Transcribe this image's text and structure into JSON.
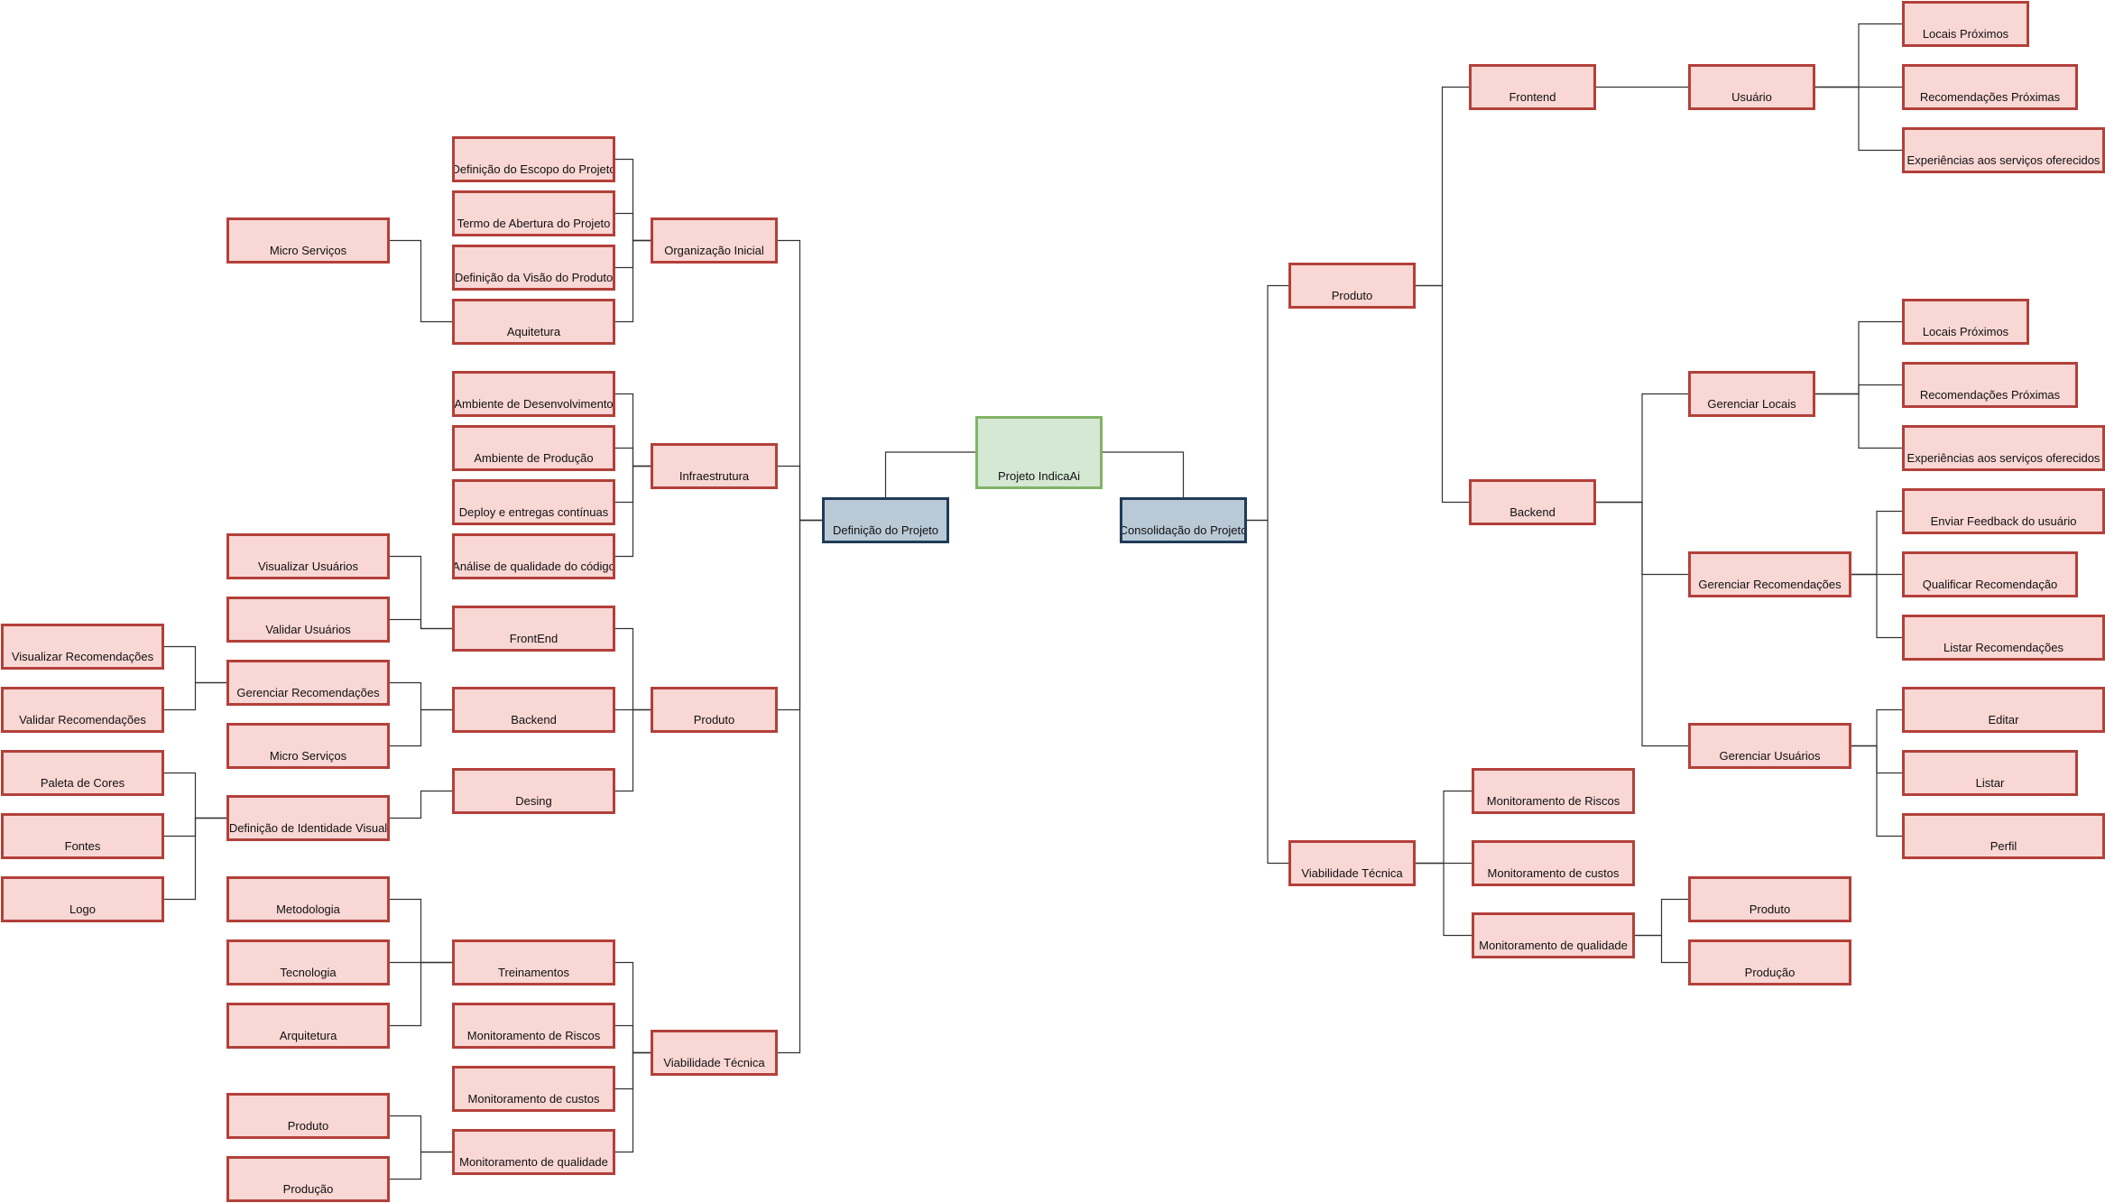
{
  "nodes": [
    {
      "id": "root",
      "label": "Projeto IndicaAi",
      "kind": "root"
    },
    {
      "id": "def",
      "label": "Definição do Projeto",
      "kind": "branch"
    },
    {
      "id": "cons",
      "label": "Consolidação do Projeto",
      "kind": "branch"
    },
    {
      "id": "L_org",
      "label": "Organização Inicial"
    },
    {
      "id": "L_infra",
      "label": "Infraestrutura"
    },
    {
      "id": "L_prod",
      "label": "Produto"
    },
    {
      "id": "L_viab",
      "label": "Viabilidade Técnica"
    },
    {
      "id": "L_escopo",
      "label": "Definição do Escopo do Projeto"
    },
    {
      "id": "L_termo",
      "label": "Termo de Abertura do Projeto"
    },
    {
      "id": "L_visao",
      "label": "Definição da Visão do Produto"
    },
    {
      "id": "L_arq",
      "label": "Aquitetura"
    },
    {
      "id": "L_micro1",
      "label": "Micro Serviços"
    },
    {
      "id": "L_amb_dev",
      "label": "Ambiente de Desenvolvimento"
    },
    {
      "id": "L_amb_prod",
      "label": "Ambiente de Produção"
    },
    {
      "id": "L_deploy",
      "label": "Deploy e entregas contínuas"
    },
    {
      "id": "L_analise",
      "label": "Análise de qualidade do código"
    },
    {
      "id": "L_frontend",
      "label": "FrontEnd"
    },
    {
      "id": "L_backend",
      "label": "Backend"
    },
    {
      "id": "L_desing",
      "label": "Desing"
    },
    {
      "id": "L_vis_usu",
      "label": "Visualizar Usuários"
    },
    {
      "id": "L_val_usu",
      "label": "Validar Usuários"
    },
    {
      "id": "L_ger_rec",
      "label": "Gerenciar Recomendações"
    },
    {
      "id": "L_micro2",
      "label": "Micro Serviços"
    },
    {
      "id": "L_vis_rec",
      "label": "Visualizar Recomendações"
    },
    {
      "id": "L_val_rec",
      "label": "Validar Recomendações"
    },
    {
      "id": "L_ident",
      "label": "Definição de Identidade Visual"
    },
    {
      "id": "L_paleta",
      "label": "Paleta de Cores"
    },
    {
      "id": "L_fontes",
      "label": "Fontes"
    },
    {
      "id": "L_logo",
      "label": "Logo"
    },
    {
      "id": "L_trein",
      "label": "Treinamentos"
    },
    {
      "id": "L_mon_risc",
      "label": "Monitoramento de Riscos"
    },
    {
      "id": "L_mon_cust",
      "label": "Monitoramento de custos"
    },
    {
      "id": "L_mon_qual",
      "label": "Monitoramento de qualidade"
    },
    {
      "id": "L_metod",
      "label": "Metodologia"
    },
    {
      "id": "L_tecno",
      "label": "Tecnologia"
    },
    {
      "id": "L_arquit",
      "label": "Arquitetura"
    },
    {
      "id": "L_q_prod",
      "label": "Produto"
    },
    {
      "id": "L_q_producao",
      "label": "Produção"
    },
    {
      "id": "R_prod",
      "label": "Produto"
    },
    {
      "id": "R_viab",
      "label": "Viabilidade Técnica"
    },
    {
      "id": "R_front",
      "label": "Frontend"
    },
    {
      "id": "R_back",
      "label": "Backend"
    },
    {
      "id": "R_usuario",
      "label": "Usuário"
    },
    {
      "id": "R_u_locais",
      "label": "Locais Próximos"
    },
    {
      "id": "R_u_rec",
      "label": "Recomendações Próximas"
    },
    {
      "id": "R_u_exp",
      "label": "Experiências aos serviços oferecidos"
    },
    {
      "id": "R_ger_locais",
      "label": "Gerenciar Locais"
    },
    {
      "id": "R_gl_locais",
      "label": "Locais Próximos"
    },
    {
      "id": "R_gl_rec",
      "label": "Recomendações Próximas"
    },
    {
      "id": "R_gl_exp",
      "label": "Experiências aos serviços oferecidos"
    },
    {
      "id": "R_ger_rec",
      "label": "Gerenciar Recomendações"
    },
    {
      "id": "R_gr_feed",
      "label": "Enviar Feedback do usuário"
    },
    {
      "id": "R_gr_qual",
      "label": "Qualificar Recomendação"
    },
    {
      "id": "R_gr_list",
      "label": "Listar Recomendações"
    },
    {
      "id": "R_ger_usu",
      "label": "Gerenciar Usuários"
    },
    {
      "id": "R_gu_edit",
      "label": "Editar"
    },
    {
      "id": "R_gu_list",
      "label": "Listar"
    },
    {
      "id": "R_gu_perf",
      "label": "Perfil"
    },
    {
      "id": "R_mon_risc",
      "label": "Monitoramento de Riscos"
    },
    {
      "id": "R_mon_cust",
      "label": "Monitoramento de custos"
    },
    {
      "id": "R_mon_qual",
      "label": "Monitoramento de qualidade"
    },
    {
      "id": "R_q_prod",
      "label": "Produto"
    },
    {
      "id": "R_q_producao",
      "label": "Produção"
    }
  ],
  "edges": [
    [
      "root",
      "def"
    ],
    [
      "root",
      "cons"
    ],
    [
      "def",
      "L_org"
    ],
    [
      "def",
      "L_infra"
    ],
    [
      "def",
      "L_prod"
    ],
    [
      "def",
      "L_viab"
    ],
    [
      "L_org",
      "L_escopo"
    ],
    [
      "L_org",
      "L_termo"
    ],
    [
      "L_org",
      "L_visao"
    ],
    [
      "L_org",
      "L_arq"
    ],
    [
      "L_arq",
      "L_micro1"
    ],
    [
      "L_infra",
      "L_amb_dev"
    ],
    [
      "L_infra",
      "L_amb_prod"
    ],
    [
      "L_infra",
      "L_deploy"
    ],
    [
      "L_infra",
      "L_analise"
    ],
    [
      "L_prod",
      "L_frontend"
    ],
    [
      "L_prod",
      "L_backend"
    ],
    [
      "L_prod",
      "L_desing"
    ],
    [
      "L_frontend",
      "L_vis_usu"
    ],
    [
      "L_frontend",
      "L_val_usu"
    ],
    [
      "L_backend",
      "L_ger_rec"
    ],
    [
      "L_backend",
      "L_micro2"
    ],
    [
      "L_ger_rec",
      "L_vis_rec"
    ],
    [
      "L_ger_rec",
      "L_val_rec"
    ],
    [
      "L_desing",
      "L_ident"
    ],
    [
      "L_ident",
      "L_paleta"
    ],
    [
      "L_ident",
      "L_fontes"
    ],
    [
      "L_ident",
      "L_logo"
    ],
    [
      "L_viab",
      "L_trein"
    ],
    [
      "L_viab",
      "L_mon_risc"
    ],
    [
      "L_viab",
      "L_mon_cust"
    ],
    [
      "L_viab",
      "L_mon_qual"
    ],
    [
      "L_trein",
      "L_metod"
    ],
    [
      "L_trein",
      "L_tecno"
    ],
    [
      "L_trein",
      "L_arquit"
    ],
    [
      "L_mon_qual",
      "L_q_prod"
    ],
    [
      "L_mon_qual",
      "L_q_producao"
    ],
    [
      "cons",
      "R_prod"
    ],
    [
      "cons",
      "R_viab"
    ],
    [
      "R_prod",
      "R_front"
    ],
    [
      "R_prod",
      "R_back"
    ],
    [
      "R_front",
      "R_usuario"
    ],
    [
      "R_usuario",
      "R_u_locais"
    ],
    [
      "R_usuario",
      "R_u_rec"
    ],
    [
      "R_usuario",
      "R_u_exp"
    ],
    [
      "R_back",
      "R_ger_locais"
    ],
    [
      "R_back",
      "R_ger_rec"
    ],
    [
      "R_back",
      "R_ger_usu"
    ],
    [
      "R_ger_locais",
      "R_gl_locais"
    ],
    [
      "R_ger_locais",
      "R_gl_rec"
    ],
    [
      "R_ger_locais",
      "R_gl_exp"
    ],
    [
      "R_ger_rec",
      "R_gr_feed"
    ],
    [
      "R_ger_rec",
      "R_gr_qual"
    ],
    [
      "R_ger_rec",
      "R_gr_list"
    ],
    [
      "R_ger_usu",
      "R_gu_edit"
    ],
    [
      "R_ger_usu",
      "R_gu_list"
    ],
    [
      "R_ger_usu",
      "R_gu_perf"
    ],
    [
      "R_viab",
      "R_mon_risc"
    ],
    [
      "R_viab",
      "R_mon_cust"
    ],
    [
      "R_viab",
      "R_mon_qual"
    ],
    [
      "R_mon_qual",
      "R_q_prod"
    ],
    [
      "R_mon_qual",
      "R_q_producao"
    ]
  ]
}
